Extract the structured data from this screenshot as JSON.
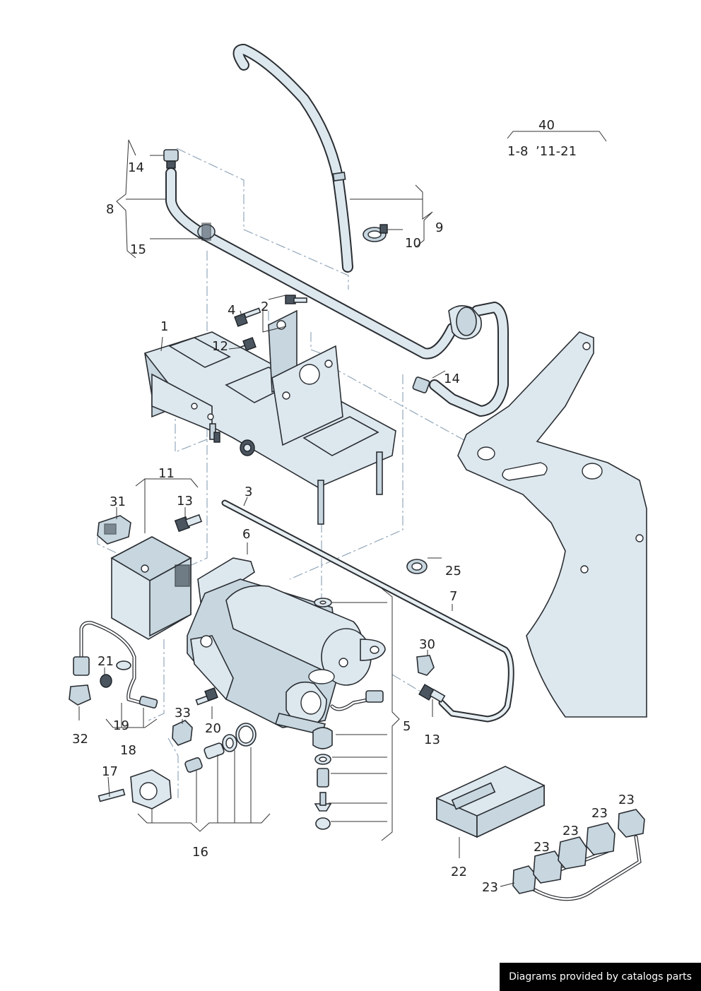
{
  "header": {
    "group_number": "40",
    "model_range": "1-8",
    "date_code": "’11-21"
  },
  "callouts": [
    {
      "id": "c1",
      "label": "1"
    },
    {
      "id": "c2",
      "label": "2"
    },
    {
      "id": "c3",
      "label": "3"
    },
    {
      "id": "c4",
      "label": "4"
    },
    {
      "id": "c5",
      "label": "5"
    },
    {
      "id": "c6",
      "label": "6"
    },
    {
      "id": "c7",
      "label": "7"
    },
    {
      "id": "c8",
      "label": "8"
    },
    {
      "id": "c9",
      "label": "9"
    },
    {
      "id": "c10",
      "label": "10"
    },
    {
      "id": "c11",
      "label": "11"
    },
    {
      "id": "c12",
      "label": "12"
    },
    {
      "id": "c13a",
      "label": "13"
    },
    {
      "id": "c13b",
      "label": "13"
    },
    {
      "id": "c14a",
      "label": "14"
    },
    {
      "id": "c14b",
      "label": "14"
    },
    {
      "id": "c15",
      "label": "15"
    },
    {
      "id": "c16",
      "label": "16"
    },
    {
      "id": "c17",
      "label": "17"
    },
    {
      "id": "c18",
      "label": "18"
    },
    {
      "id": "c19",
      "label": "19"
    },
    {
      "id": "c20",
      "label": "20"
    },
    {
      "id": "c21",
      "label": "21"
    },
    {
      "id": "c22",
      "label": "22"
    },
    {
      "id": "c23a",
      "label": "23"
    },
    {
      "id": "c23b",
      "label": "23"
    },
    {
      "id": "c23c",
      "label": "23"
    },
    {
      "id": "c23d",
      "label": "23"
    },
    {
      "id": "c23e",
      "label": "23"
    },
    {
      "id": "c25",
      "label": "25"
    },
    {
      "id": "c30",
      "label": "30"
    },
    {
      "id": "c31",
      "label": "31"
    },
    {
      "id": "c32",
      "label": "32"
    },
    {
      "id": "c33",
      "label": "33"
    }
  ],
  "footer": {
    "credit": "Diagrams provided by catalogs parts"
  },
  "colors": {
    "part_fill": "#dde8ee",
    "outline": "#2a2e33",
    "dash": "#8aa0b4",
    "credit_bg": "#000000"
  }
}
